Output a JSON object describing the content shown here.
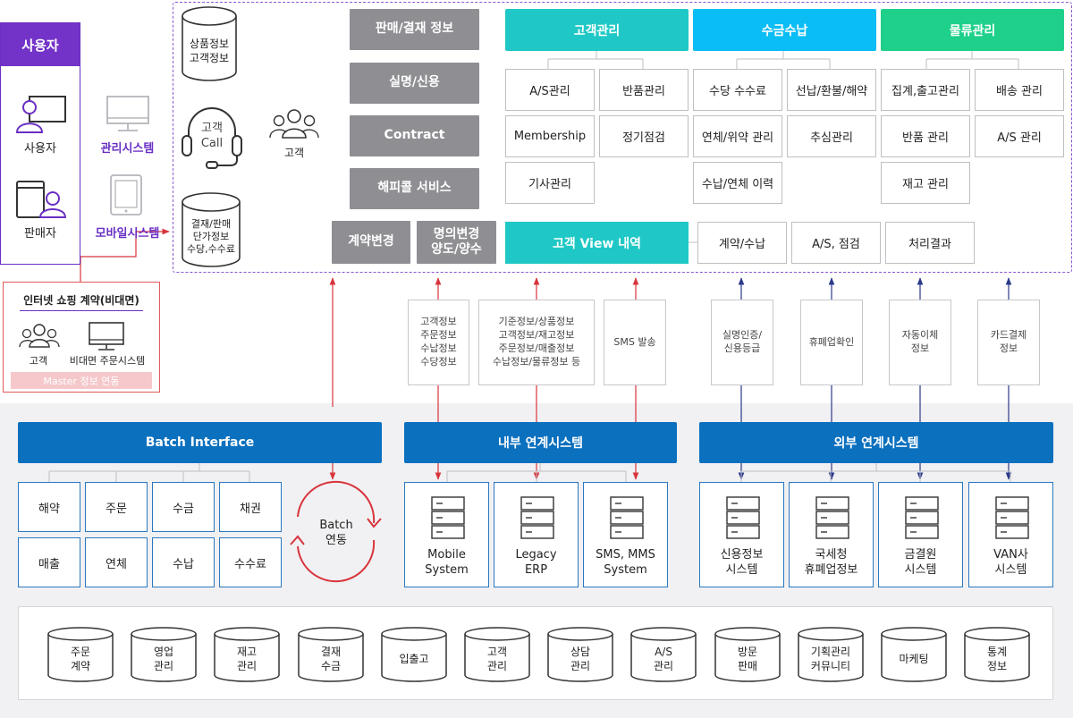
{
  "user_panel": {
    "header": "사용자",
    "user_label": "사용자",
    "seller_label": "판매자",
    "mgmt_label": "관리시스템",
    "mobile_label": "모바일시스템"
  },
  "online_contract": {
    "title": "인터넷 쇼핑 계약(비대면)",
    "customer_label": "고객",
    "system_label": "비대면 주문시스템",
    "master": "Master 정보 연동"
  },
  "customer_area": {
    "cyl_top": "상품정보\n고객정보",
    "call_label": "고객\nCall",
    "customer_label": "고객",
    "cyl_bottom": "결재/판매\n단가정보\n수당,수수료"
  },
  "gray_boxes": [
    "판매/결재 정보",
    "실명/신용",
    "Contract",
    "해피콜 서비스"
  ],
  "bottom_gray": [
    "계약변경",
    "명의변경\n양도/양수"
  ],
  "categories": [
    {
      "header": "고객관리",
      "items": [
        "A/S관리",
        "반품관리",
        "Membership",
        "정기점검",
        "기사관리"
      ]
    },
    {
      "header": "수금수납",
      "items": [
        "수당 수수료",
        "선납/환불/해약",
        "연체/위약 관리",
        "추심관리",
        "수납/연체 이력"
      ]
    },
    {
      "header": "물류관리",
      "items": [
        "집계,출고관리",
        "배송 관리",
        "반품 관리",
        "A/S 관리",
        "재고 관리"
      ]
    }
  ],
  "view_header": "고객 View 내역",
  "view_items": [
    "계약/수납",
    "A/S, 점검",
    "처리결과"
  ],
  "info_boxes": [
    "고객정보\n주문정보\n수납정보\n수당정보",
    "기준정보/상품정보\n고객정보/재고정보\n주문정보/매출정보\n수납정보/물류정보 등",
    "SMS 발송",
    "실명인증/\n신용등급",
    "휴폐업확인",
    "자동이체\n정보",
    "카드결제\n정보"
  ],
  "batch": {
    "header": "Batch Interface",
    "items": [
      "해약",
      "주문",
      "수금",
      "채권",
      "매출",
      "연체",
      "수납",
      "수수료"
    ],
    "cycle_label": "Batch\n연동"
  },
  "internal": {
    "header": "내부 연계시스템",
    "systems": [
      "Mobile\nSystem",
      "Legacy\nERP",
      "SMS, MMS\nSystem"
    ]
  },
  "external": {
    "header": "외부 연계시스템",
    "systems": [
      "신용정보\n시스템",
      "국세청\n휴폐업정보",
      "금결원\n시스템",
      "VAN사\n시스템"
    ]
  },
  "databases": [
    "주문\n계약",
    "영업\n관리",
    "재고\n관리",
    "결재\n수금",
    "입출고",
    "고객\n관리",
    "상담\n관리",
    "A/S\n관리",
    "방문\n판매",
    "기획관리\n커뮤니티",
    "마케팅",
    "통계\n정보"
  ],
  "colors": {
    "purple": "#7333c8",
    "teal": "#1fc8c6",
    "sky": "#0abdf5",
    "green": "#1ed08a",
    "blue": "#0b70be",
    "red": "#d8343c",
    "navy": "#2b3a8a",
    "gray": "#8e8e93"
  }
}
